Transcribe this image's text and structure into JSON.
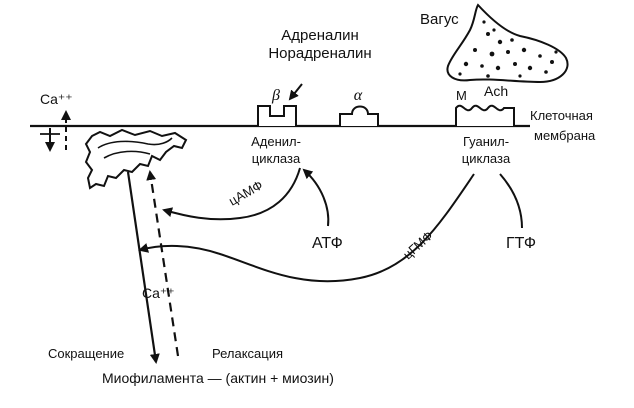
{
  "labels": {
    "adrenalin": "Адреналин",
    "noradrenalin": "Норадреналин",
    "vagus": "Вагус",
    "ach": "Ach",
    "m_receptor": "M",
    "beta": "β",
    "alpha": "α",
    "ca_top": "Ca⁺⁺",
    "membrane_line1": "Клеточная",
    "membrane_line2": "мембрана",
    "adenyl_line1": "Аденил-",
    "adenyl_line2": "циклаза",
    "guanyl_line1": "Гуанил-",
    "guanyl_line2": "циклаза",
    "camp": "цАМФ",
    "cgmp": "цГМФ",
    "atp": "АТФ",
    "gtp": "ГТФ",
    "ca_mid": "Ca⁺⁺",
    "contraction": "Сокращение",
    "relaxation": "Релаксация",
    "myofilament": "Миофиламента — (актин + миозин)"
  }
}
